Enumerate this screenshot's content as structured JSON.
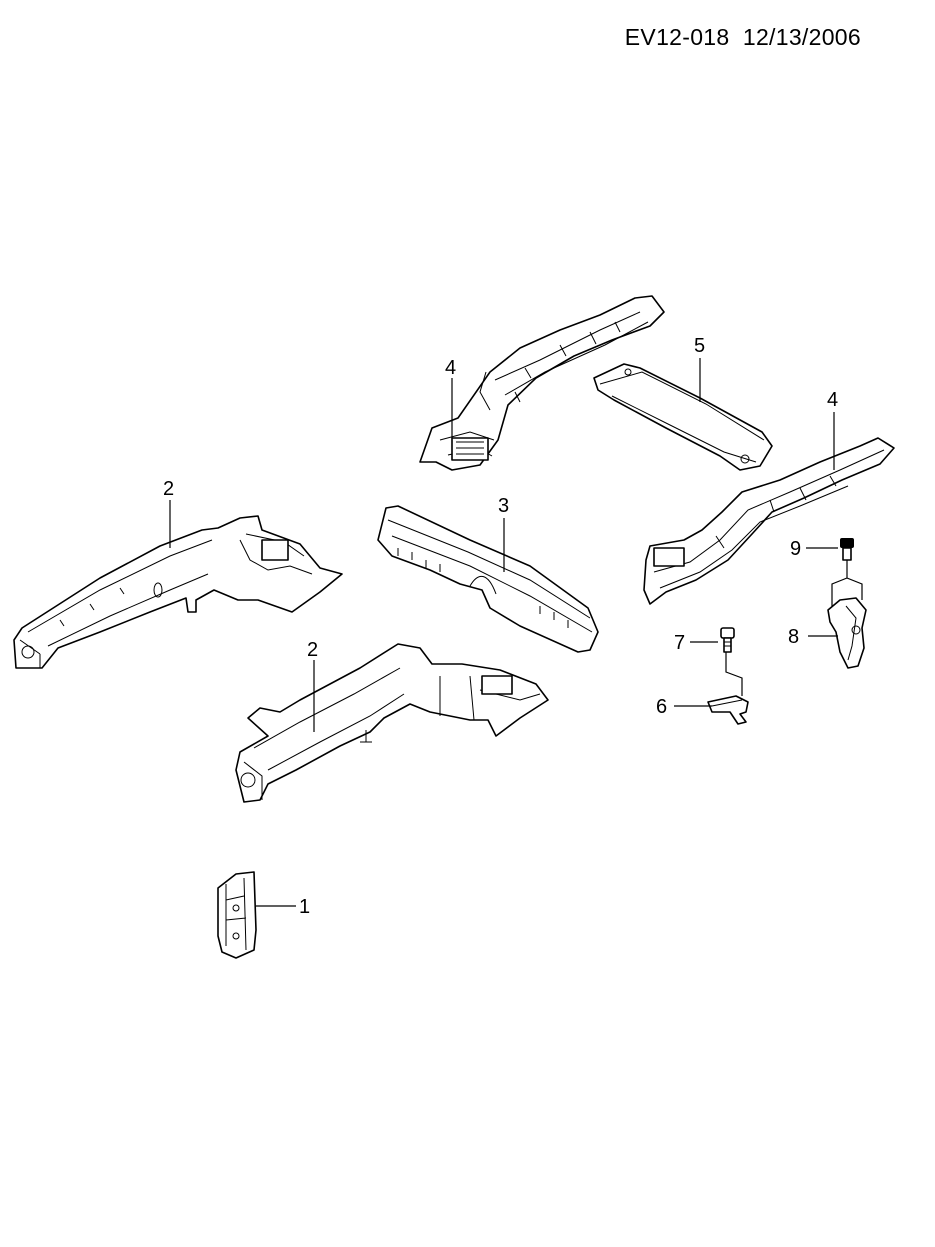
{
  "header": {
    "drawing_code": "EV12-018",
    "date": "12/13/2006"
  },
  "callouts": [
    {
      "id": "c1",
      "label": "1"
    },
    {
      "id": "c2a",
      "label": "2"
    },
    {
      "id": "c2b",
      "label": "2"
    },
    {
      "id": "c3",
      "label": "3"
    },
    {
      "id": "c4a",
      "label": "4"
    },
    {
      "id": "c4b",
      "label": "4"
    },
    {
      "id": "c5",
      "label": "5"
    },
    {
      "id": "c6",
      "label": "6"
    },
    {
      "id": "c7",
      "label": "7"
    },
    {
      "id": "c8",
      "label": "8"
    },
    {
      "id": "c9",
      "label": "9"
    }
  ]
}
